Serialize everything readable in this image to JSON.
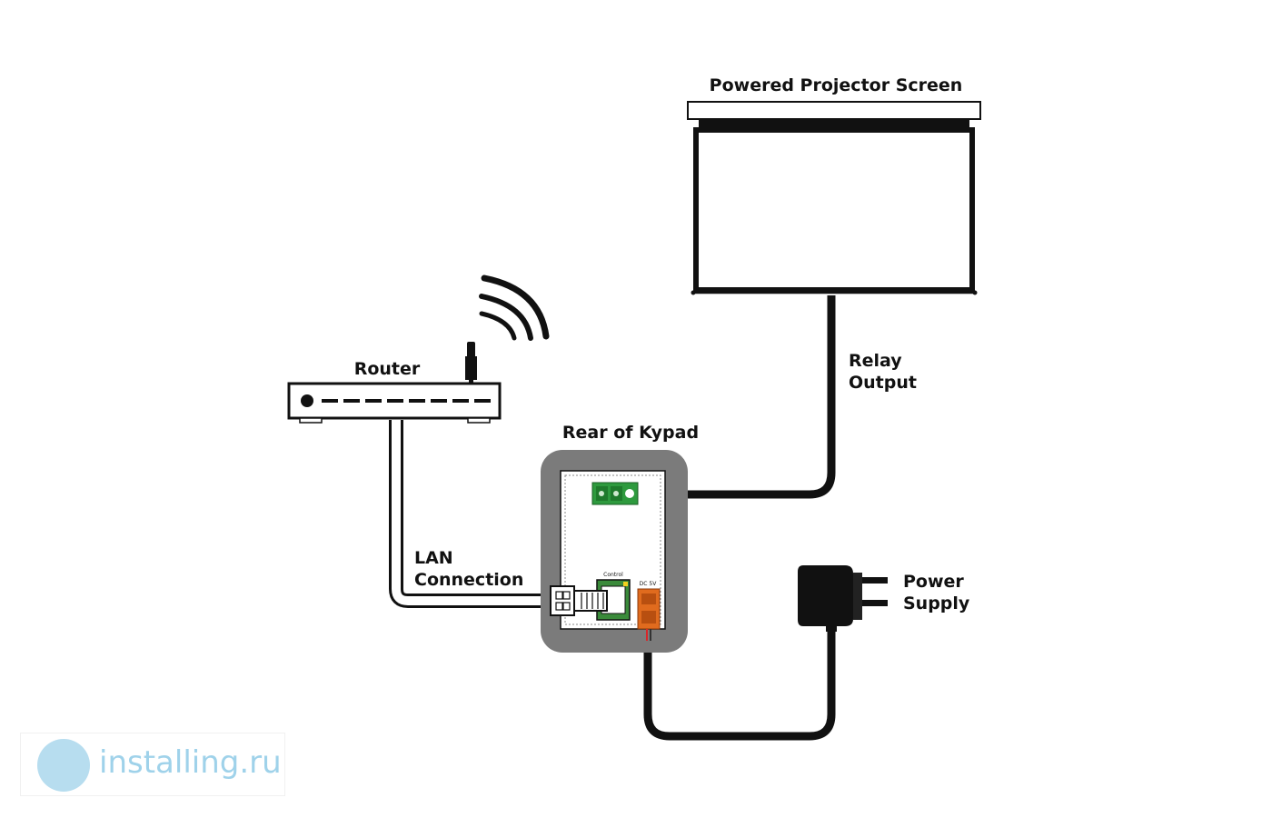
{
  "labels": {
    "projector_screen": "Powered Projector Screen",
    "router": "Router",
    "relay_output_line1": "Relay",
    "relay_output_line2": "Output",
    "rear_of_keypad": "Rear of Kypad",
    "lan_line1": "LAN",
    "lan_line2": "Connection",
    "power_line1": "Power",
    "power_line2": "Supply",
    "control_port": "Control",
    "dc_port": "DC 5V"
  },
  "watermark": {
    "text": "installing.ru"
  },
  "colors": {
    "keypad_bezel": "#7b7b7b",
    "relay_terminal": "#2e9a3e",
    "power_terminal": "#e06b1e",
    "rj45_port": "#3a8a3a",
    "watermark": "#9fd2ea"
  }
}
